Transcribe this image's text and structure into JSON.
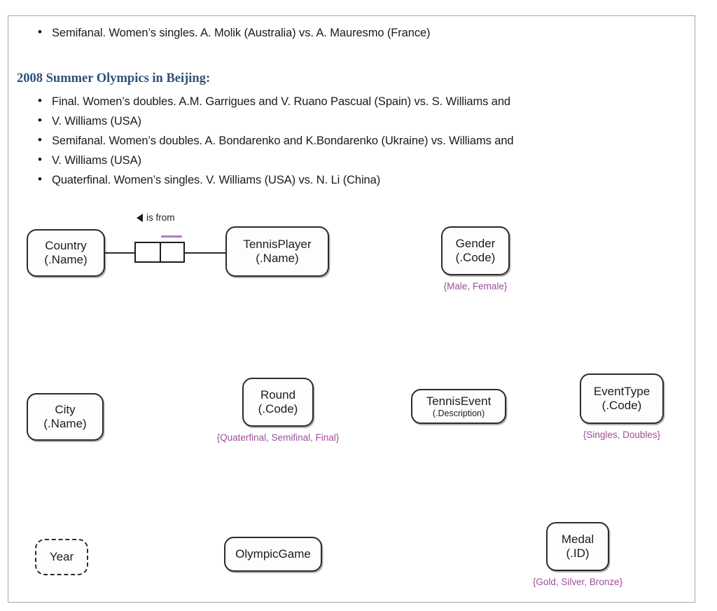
{
  "document": {
    "top_bullet": "Semifanal. Women’s singles. A. Molik (Australia) vs. A. Mauresmo (France)",
    "heading": "2008 Summer Olympics in Beijing:",
    "bullets": [
      "Final. Women’s doubles. A.M. Garrigues and V. Ruano Pascual (Spain) vs. S. Williams and",
      "V. Williams (USA)",
      "Semifanal. Women’s doubles. A. Bondarenko and K.Bondarenko (Ukraine) vs. Williams and",
      "V. Williams (USA)",
      "Quaterfinal. Women’s singles. V. Williams (USA) vs. N. Li (China)"
    ]
  },
  "colors": {
    "heading": "#2f5278",
    "value_constraint": "#9b4f9b",
    "uniqueness_bar": "#b07cc0",
    "entity_border": "#2b2b2b",
    "page_border": "#a6a6a6"
  },
  "diagram": {
    "type": "orm-object-role-model",
    "entities": [
      {
        "id": "country",
        "name": "Country",
        "reference_mode": "(.Name)",
        "border": "solid",
        "value_constraint": null
      },
      {
        "id": "tennisplayer",
        "name": "TennisPlayer",
        "reference_mode": "(.Name)",
        "border": "solid",
        "value_constraint": null
      },
      {
        "id": "gender",
        "name": "Gender",
        "reference_mode": "(.Code)",
        "border": "solid",
        "value_constraint": "{Male, Female}"
      },
      {
        "id": "city",
        "name": "City",
        "reference_mode": "(.Name)",
        "border": "solid",
        "value_constraint": null
      },
      {
        "id": "round",
        "name": "Round",
        "reference_mode": "(.Code)",
        "border": "solid",
        "value_constraint": "{Quaterfinal, Semifinal, Final}"
      },
      {
        "id": "tennisevent",
        "name": "TennisEvent",
        "reference_mode": "(.Description)",
        "border": "solid",
        "value_constraint": null
      },
      {
        "id": "eventtype",
        "name": "EventType",
        "reference_mode": "(.Code)",
        "border": "solid",
        "value_constraint": "{Singles, Doubles}"
      },
      {
        "id": "year",
        "name": "Year",
        "reference_mode": "",
        "border": "dashed",
        "value_constraint": null
      },
      {
        "id": "olympicgame",
        "name": "OlympicGame",
        "reference_mode": "",
        "border": "solid",
        "value_constraint": null
      },
      {
        "id": "medal",
        "name": "Medal",
        "reference_mode": "(.ID)",
        "border": "solid",
        "value_constraint": "{Gold, Silver, Bronze}"
      }
    ],
    "fact_types": [
      {
        "id": "is-from",
        "label": "is from",
        "direction_arrow": "left-triangle",
        "from": "country",
        "to": "tennisplayer",
        "roles": 2,
        "uniqueness_on_role": 2
      }
    ]
  }
}
